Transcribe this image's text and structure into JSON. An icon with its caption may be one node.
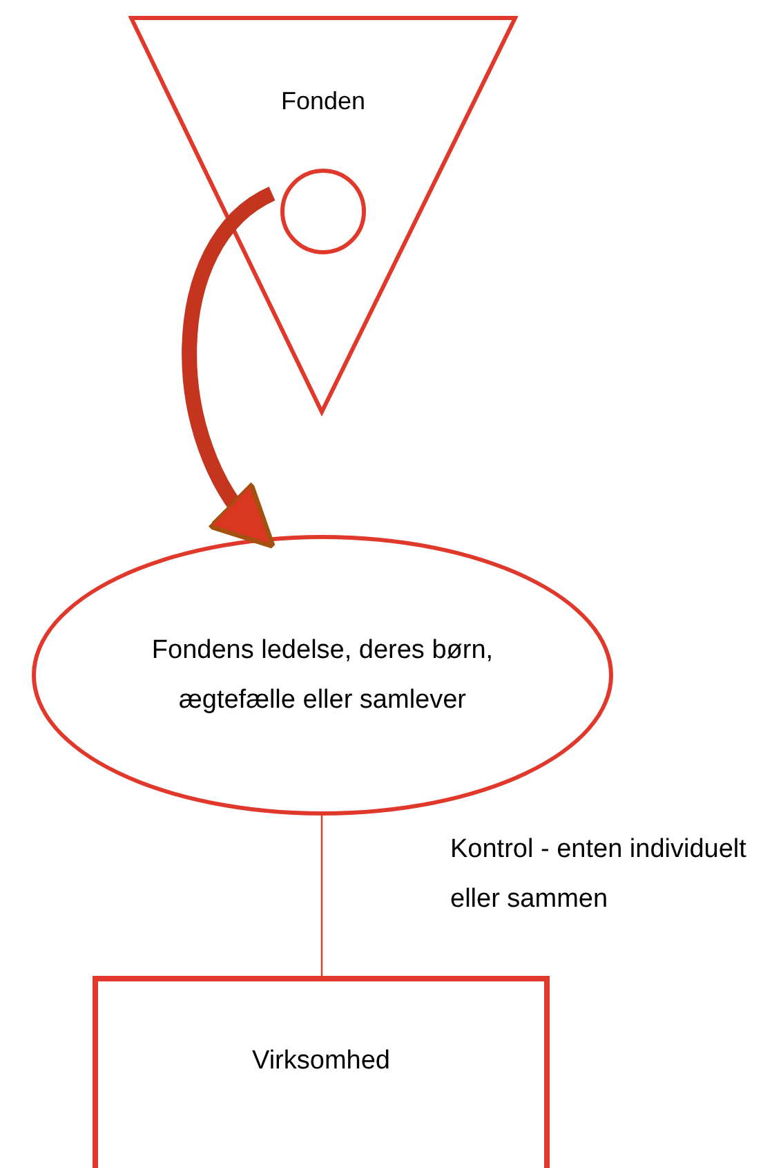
{
  "diagram": {
    "nodes": [
      {
        "text": [
          "Fonden"
        ]
      },
      {
        "text": [],
        "shape": "circle",
        "in": 0
      },
      {
        "text": [
          "Fondens ledelse, deres børn, ægtefælle eller samlever"
        ]
      },
      {
        "text": [
          "Virksomhed"
        ]
      }
    ],
    "edges": [
      {
        "from": 1,
        "to": 2,
        "arrow": "to",
        "style": "thick",
        "color": "#c4341f"
      },
      {
        "from": 2,
        "to": 3,
        "arrow": "none",
        "label": "Kontrol - enten individuelt eller sammen"
      }
    ]
  }
}
